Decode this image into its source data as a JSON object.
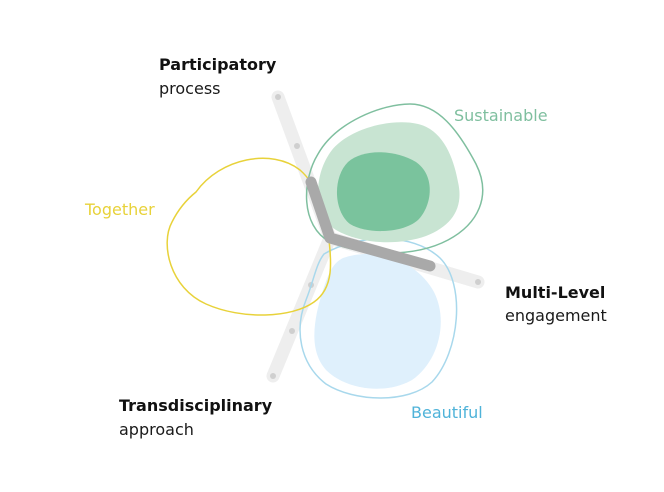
{
  "axes": {
    "participatory": {
      "title": "Participatory",
      "subtitle": "process"
    },
    "multilevel": {
      "title": "Multi-Level",
      "subtitle": "engagement"
    },
    "transdisciplinary": {
      "title": "Transdisciplinary",
      "subtitle": "approach"
    }
  },
  "values": {
    "sustainable": {
      "label": "Sustainable",
      "color": "#7fbf9f"
    },
    "together": {
      "label": "Together",
      "color": "#e8d23a"
    },
    "beautiful": {
      "label": "Beautiful",
      "color": "#4fb3d9"
    }
  },
  "colors": {
    "axis_track": "#eeeeee",
    "axis_dot": "#cfcfcf",
    "center_path": "#a9a9a9",
    "sustainable_fill_light": "#c8e4d2",
    "sustainable_fill_dark": "#7ac39d",
    "sustainable_outline": "#7fbf9f",
    "together_outline": "#e8d23a",
    "beautiful_fill": "#dff0fc",
    "beautiful_outline": "#a8d8ec"
  }
}
